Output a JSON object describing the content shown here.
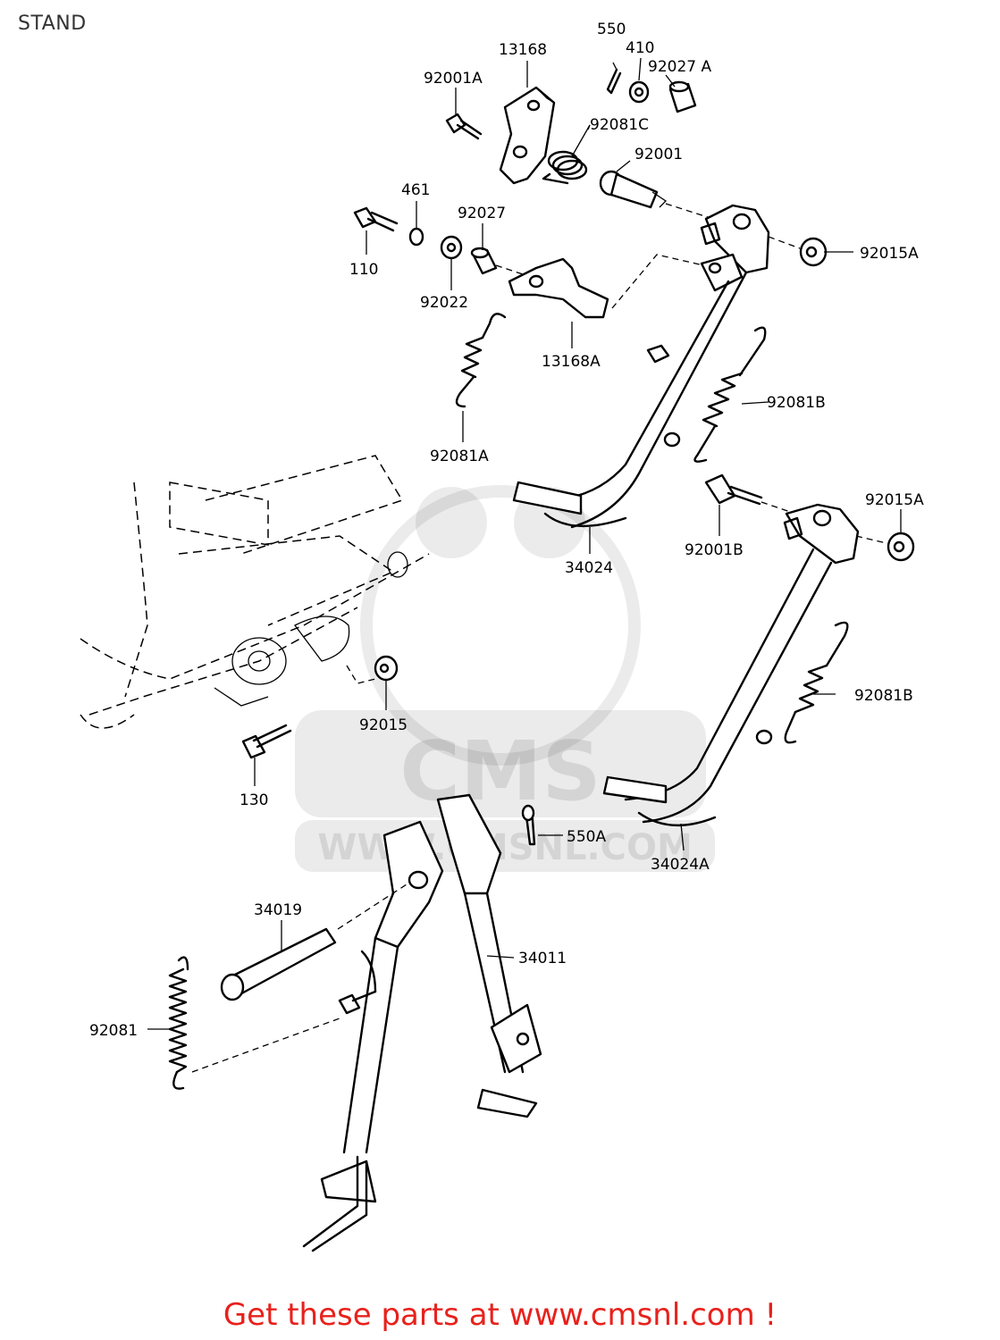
{
  "page": {
    "title": "STAND"
  },
  "watermark": {
    "brand": "CMS",
    "site": "WWW.CMSNL.COM"
  },
  "parts": {
    "p550": "550",
    "p13168": "13168",
    "p410": "410",
    "p92027A": "92027 A",
    "p92001A": "92001A",
    "p92081C": "92081C",
    "p92001": "92001",
    "p461": "461",
    "p92027": "92027",
    "p92015A_top": "92015A",
    "p110": "110",
    "p92022": "92022",
    "p13168A": "13168A",
    "p92081B_top": "92081B",
    "p92081A": "92081A",
    "p34024": "34024",
    "p92001B": "92001B",
    "p92015A_mid": "92015A",
    "p92015": "92015",
    "p92081B_mid": "92081B",
    "p130": "130",
    "p550A": "550A",
    "p34024A": "34024A",
    "p34019": "34019",
    "p34011": "34011",
    "p92081": "92081"
  },
  "footer": {
    "cta_text": "Get these parts at www.cmsnl.com !",
    "cta_color": "#e8211c"
  }
}
